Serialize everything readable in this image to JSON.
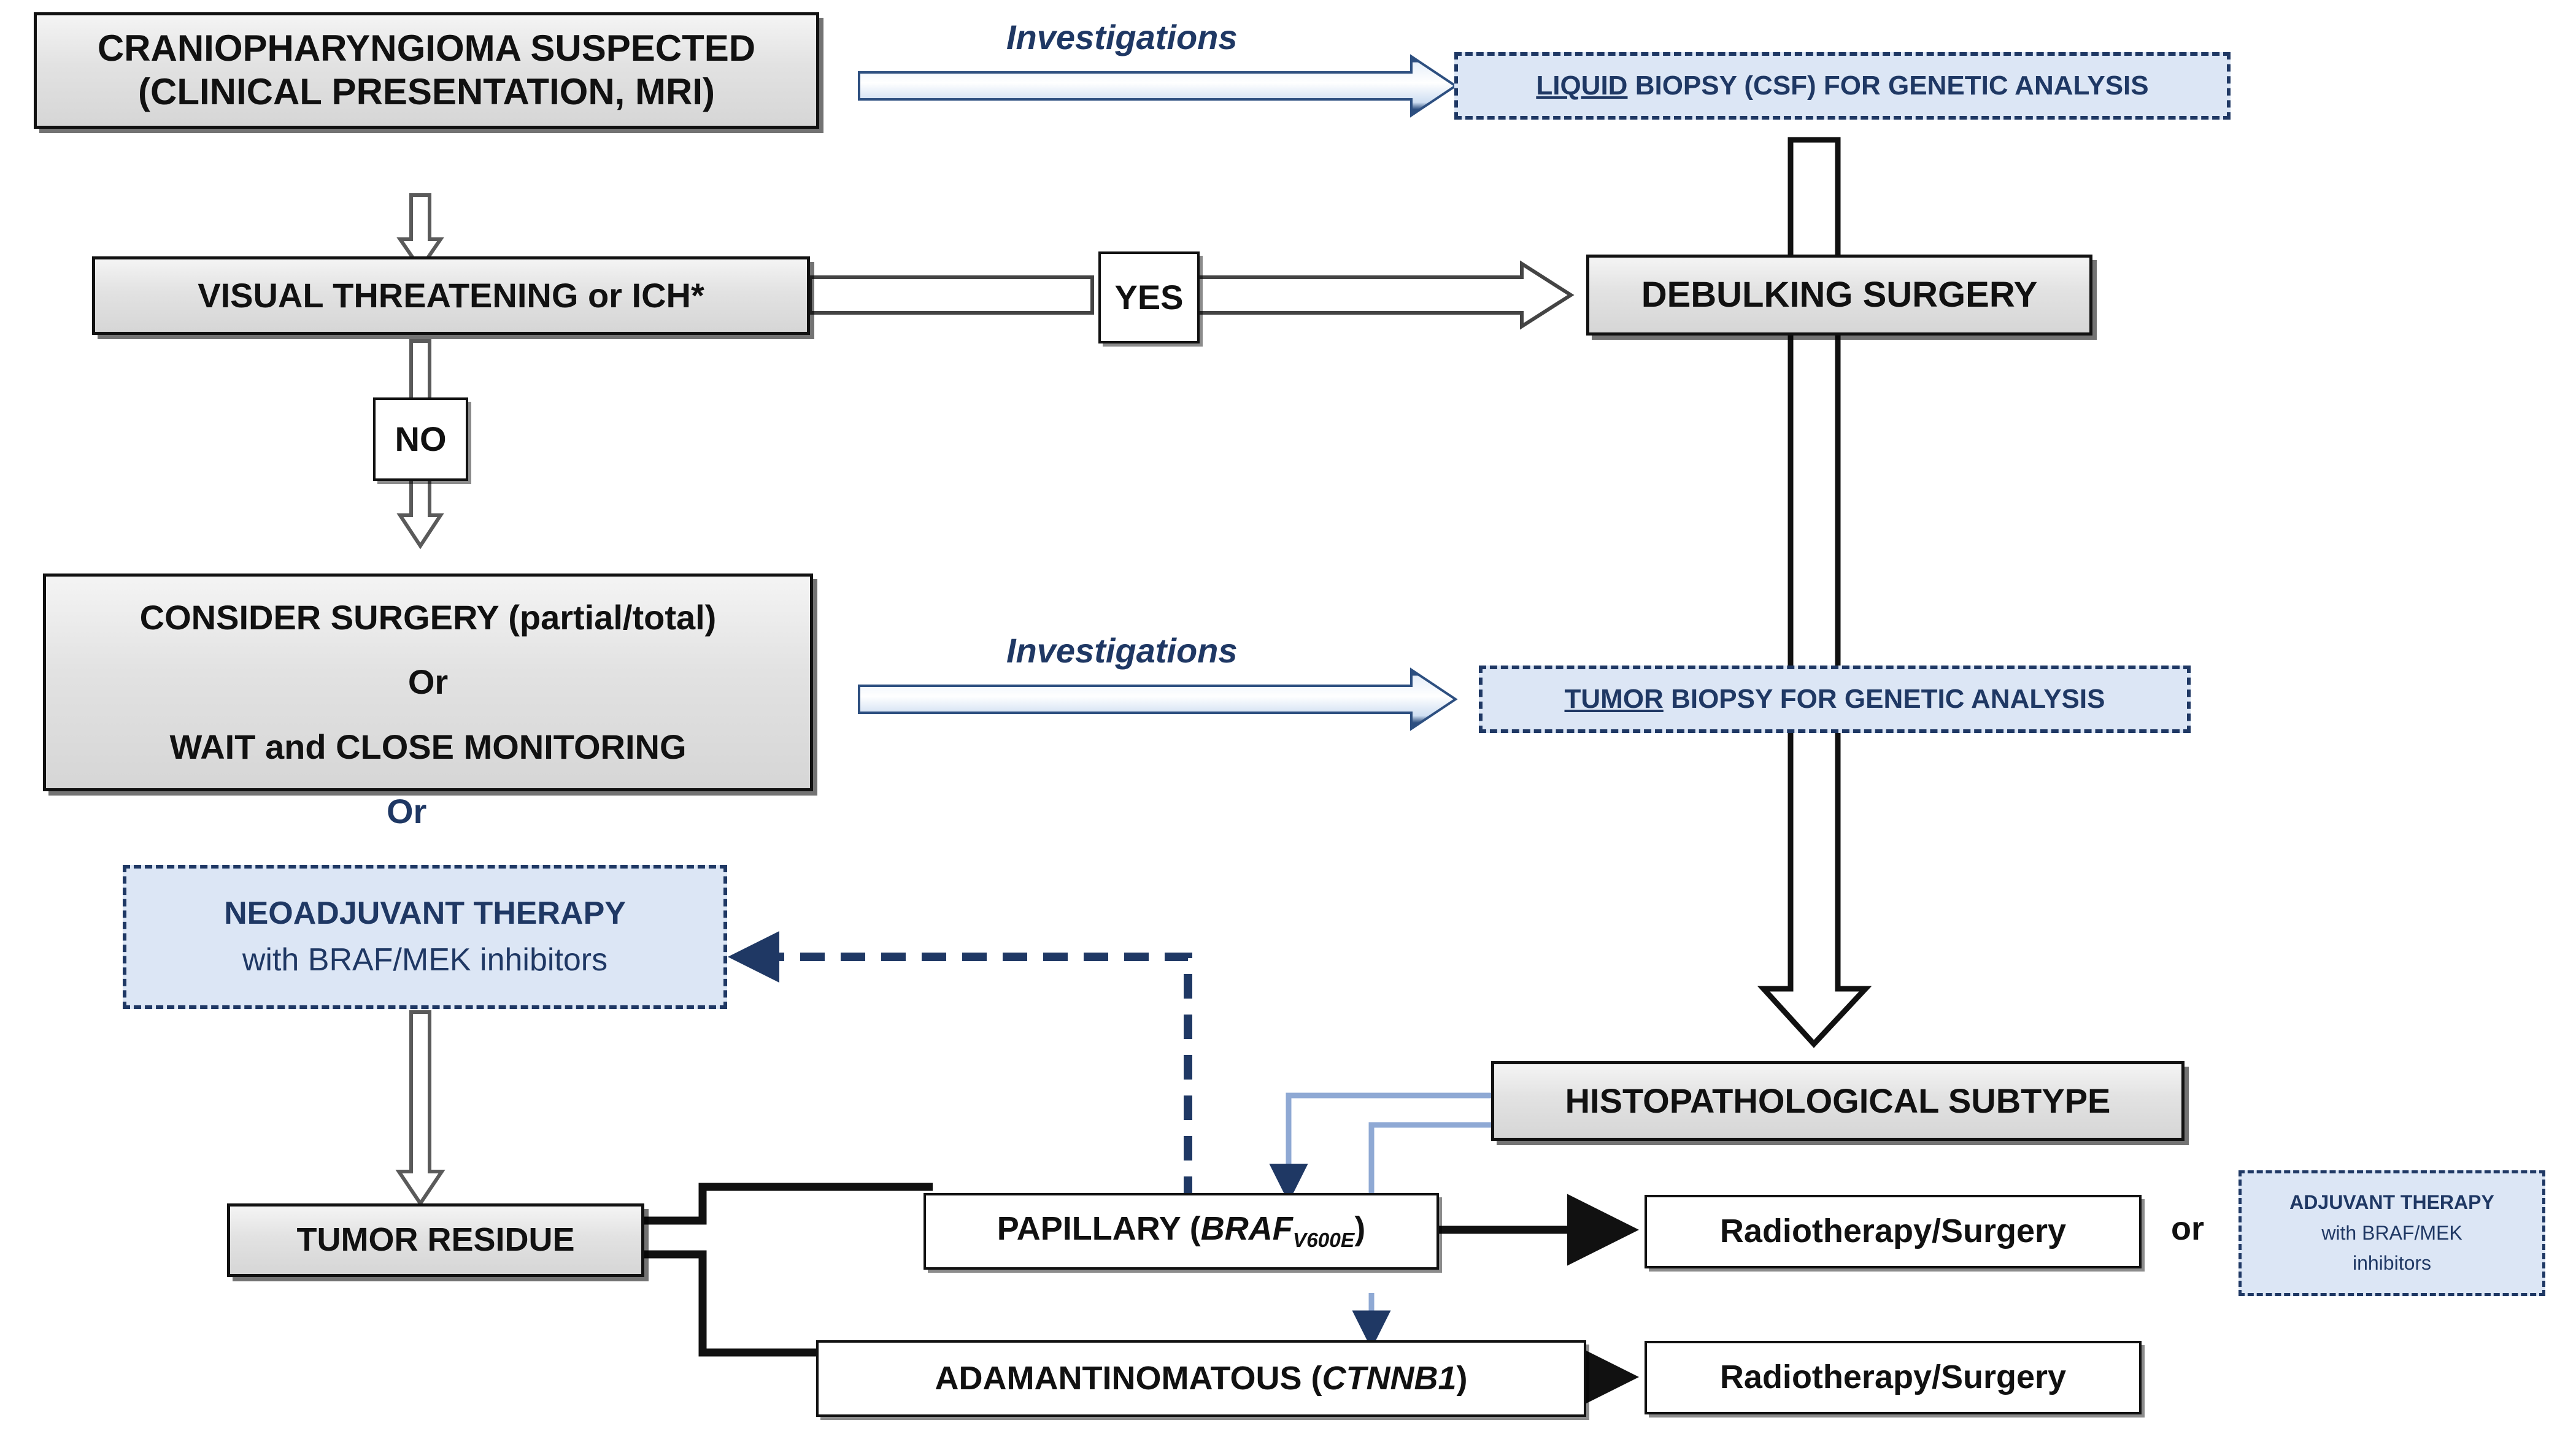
{
  "diagram": {
    "title": "Craniopharyngioma diagnostic and therapeutic flowchart",
    "colors": {
      "blue_accent": "#1f3864",
      "blue_fill": "#dce6f5",
      "grey_fill": "#e2e2e2",
      "connector_blue": "#8fa9d4",
      "black": "#111111"
    }
  },
  "nodes": {
    "craniopharyngioma_suspected": {
      "line1": "CRANIOPHARYNGIOMA SUSPECTED",
      "line2": "(CLINICAL PRESENTATION, MRI)"
    },
    "visual_threatening": {
      "label": "VISUAL THREATENING or ICH*"
    },
    "no_gate": {
      "label": "NO"
    },
    "yes_gate": {
      "label": "YES"
    },
    "consider_surgery": {
      "line1": "CONSIDER SURGERY (partial/total)",
      "line2": "Or",
      "line3": "WAIT and CLOSE MONITORING"
    },
    "or_connector": {
      "label": "Or"
    },
    "neoadjuvant_therapy": {
      "line1": "NEOADJUVANT THERAPY",
      "line2": "with BRAF/MEK inhibitors"
    },
    "liquid_biopsy": {
      "underlined": "LIQUID",
      "rest": " BIOPSY (CSF) FOR GENETIC ANALYSIS"
    },
    "tumor_biopsy": {
      "underlined": "TUMOR",
      "rest": " BIOPSY FOR GENETIC ANALYSIS"
    },
    "debulking_surgery": {
      "label": "DEBULKING SURGERY"
    },
    "histopathological_subtype": {
      "label": "HISTOPATHOLOGICAL SUBTYPE"
    },
    "tumor_residue": {
      "label": "TUMOR RESIDUE"
    },
    "papillary": {
      "prefix": "PAPILLARY (",
      "gene": "BRAF",
      "sub": "V600E",
      "suffix": ")"
    },
    "adamantinomatous": {
      "prefix": "ADAMANTINOMATOUS (",
      "gene": "CTNNB1",
      "suffix": ")"
    },
    "radiotherapy_surgery_papillary": {
      "label": "Radiotherapy/Surgery"
    },
    "radiotherapy_surgery_adamantinomatous": {
      "label": "Radiotherapy/Surgery"
    },
    "or_black": {
      "label": "or"
    },
    "adjuvant_therapy": {
      "line1": "ADJUVANT THERAPY",
      "line2": "with BRAF/MEK",
      "line3": "inhibitors"
    }
  },
  "edge_labels": {
    "investigations_top": "Investigations",
    "investigations_mid": "Investigations"
  }
}
